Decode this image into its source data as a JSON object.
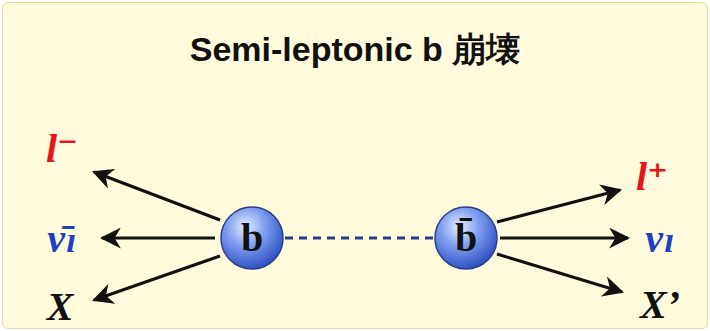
{
  "diagram": {
    "title": "Semi-leptonic b 崩壊",
    "nodes": [
      {
        "text": [
          "b"
        ]
      },
      {
        "text": [
          "b̄"
        ]
      }
    ],
    "edges": [
      {
        "from": 0,
        "to": 1,
        "arrow": "none"
      }
    ],
    "labels": [
      "l⁻",
      "ν̄ₗ",
      "X",
      "l⁺",
      "νₗ",
      "X’"
    ]
  }
}
